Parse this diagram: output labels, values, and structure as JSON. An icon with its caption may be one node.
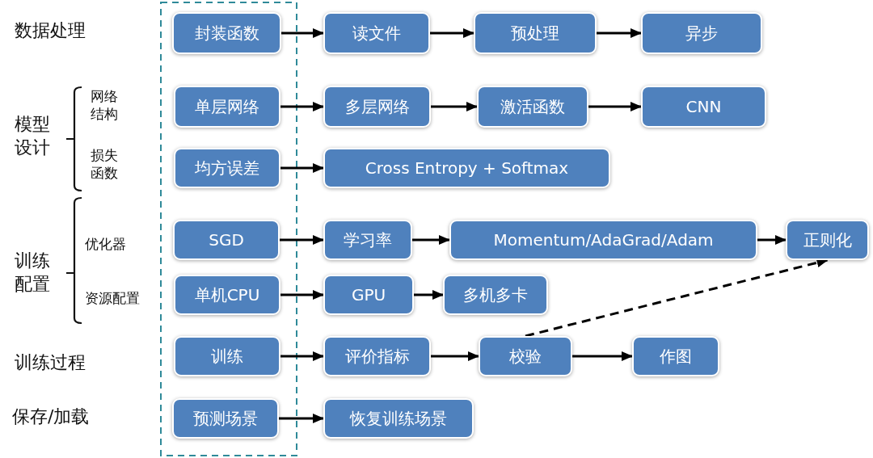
{
  "diagram": {
    "nodes": [
      {
        "text": [
          "封装函数"
        ]
      },
      {
        "text": [
          "读文件"
        ]
      },
      {
        "text": [
          "预处理"
        ]
      },
      {
        "text": [
          "异步"
        ]
      },
      {
        "text": [
          "单层网络"
        ]
      },
      {
        "text": [
          "多层网络"
        ]
      },
      {
        "text": [
          "激活函数"
        ]
      },
      {
        "text": [
          "CNN"
        ]
      },
      {
        "text": [
          "均方误差"
        ]
      },
      {
        "text": [
          "Cross Entropy + Softmax"
        ]
      },
      {
        "text": [
          "SGD"
        ]
      },
      {
        "text": [
          "学习率"
        ]
      },
      {
        "text": [
          "Momentum/AdaGrad/Adam"
        ]
      },
      {
        "text": [
          "正则化"
        ]
      },
      {
        "text": [
          "单机CPU"
        ]
      },
      {
        "text": [
          "GPU"
        ]
      },
      {
        "text": [
          "多机多卡"
        ]
      },
      {
        "text": [
          "训练"
        ]
      },
      {
        "text": [
          "评价指标"
        ]
      },
      {
        "text": [
          "校验"
        ]
      },
      {
        "text": [
          "作图"
        ]
      },
      {
        "text": [
          "预测场景"
        ]
      },
      {
        "text": [
          "恢复训练场景"
        ]
      }
    ],
    "edges": [
      {
        "from": 0,
        "to": 1,
        "arrow": "to"
      },
      {
        "from": 1,
        "to": 2,
        "arrow": "to"
      },
      {
        "from": 2,
        "to": 3,
        "arrow": "to"
      },
      {
        "from": 4,
        "to": 5,
        "arrow": "to"
      },
      {
        "from": 5,
        "to": 6,
        "arrow": "to"
      },
      {
        "from": 6,
        "to": 7,
        "arrow": "to"
      },
      {
        "from": 8,
        "to": 9,
        "arrow": "to"
      },
      {
        "from": 10,
        "to": 11,
        "arrow": "to"
      },
      {
        "from": 11,
        "to": 12,
        "arrow": "to"
      },
      {
        "from": 12,
        "to": 13,
        "arrow": "to"
      },
      {
        "from": 14,
        "to": 15,
        "arrow": "to"
      },
      {
        "from": 15,
        "to": 16,
        "arrow": "to"
      },
      {
        "from": 17,
        "to": 18,
        "arrow": "to"
      },
      {
        "from": 18,
        "to": 19,
        "arrow": "to"
      },
      {
        "from": 19,
        "to": 20,
        "arrow": "to"
      },
      {
        "from": 19,
        "to": 13,
        "arrow": "to",
        "style": "dashed"
      },
      {
        "from": 21,
        "to": 22,
        "arrow": "to"
      }
    ],
    "labels": [
      "数据处理",
      "模型设计",
      "网络结构",
      "损失函数",
      "训练配置",
      "优化器",
      "资源配置",
      "训练过程",
      "保存/加载"
    ]
  }
}
